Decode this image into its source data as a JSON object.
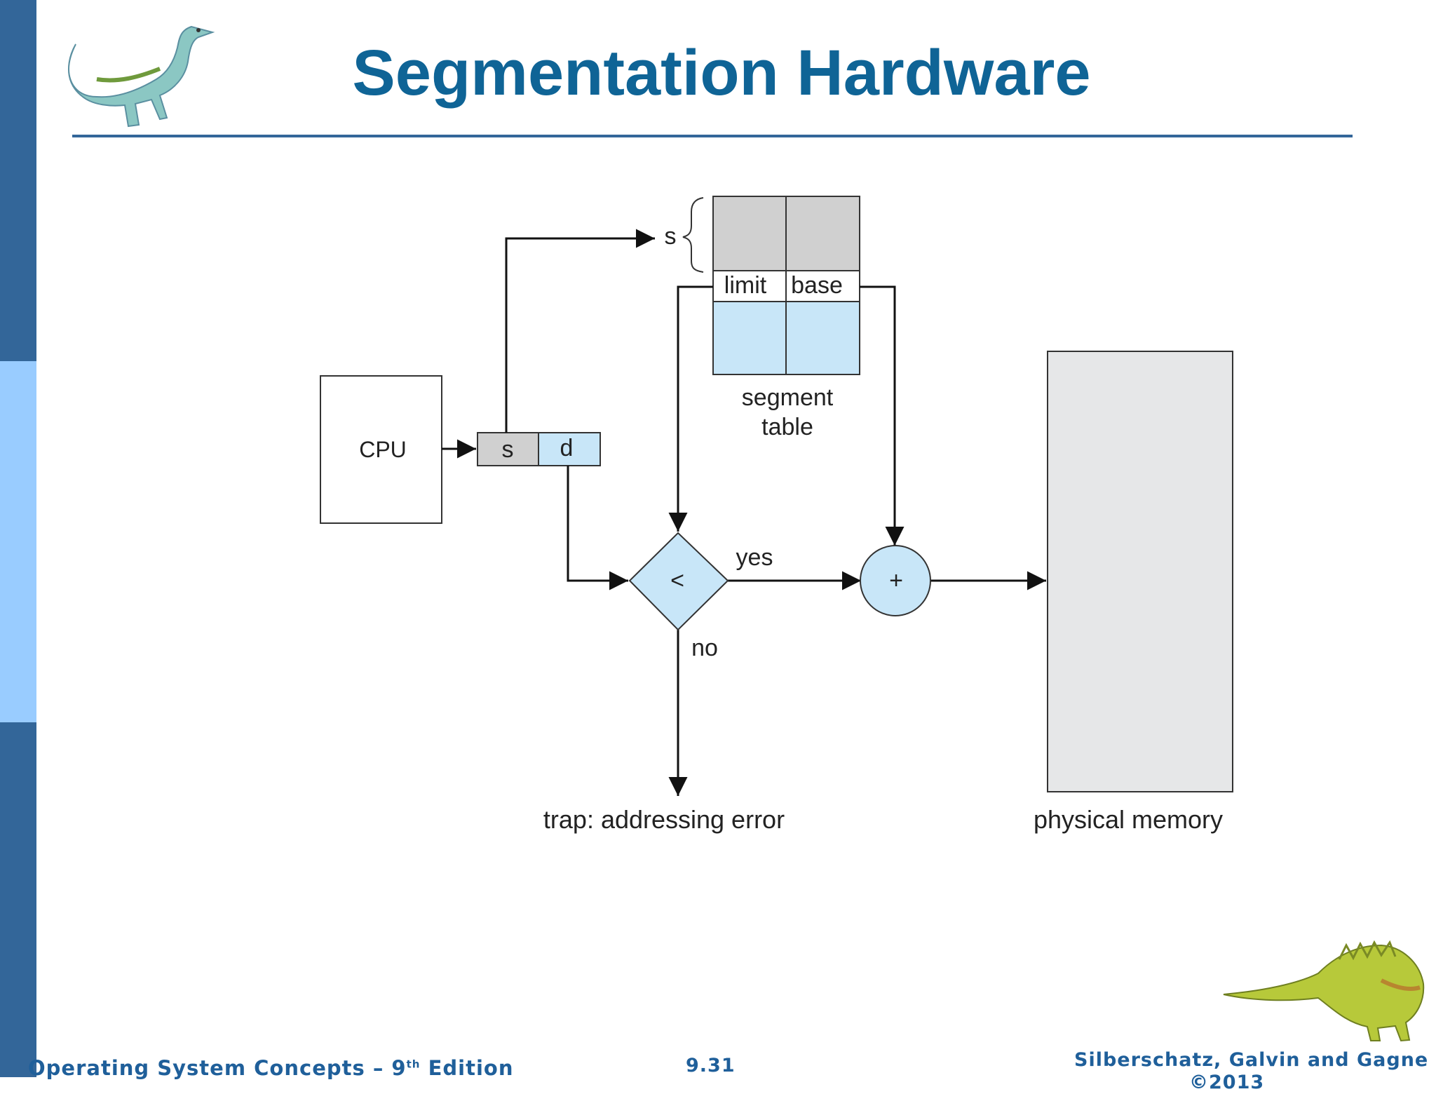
{
  "slide": {
    "title": "Segmentation Hardware"
  },
  "diagram": {
    "cpu_label": "CPU",
    "address_s": "s",
    "address_d": "d",
    "segment_index_label": "s",
    "limit_label": "limit",
    "base_label": "base",
    "segment_table_line1": "segment",
    "segment_table_line2": "table",
    "compare_symbol": "<",
    "yes_label": "yes",
    "no_label": "no",
    "adder_symbol": "+",
    "trap_label": "trap: addressing error",
    "memory_label": "physical memory"
  },
  "footer": {
    "book_title": "Operating System Concepts – 9",
    "edition_sup": "th",
    "edition_word": " Edition",
    "slide_number": "9.31",
    "authors": "Silberschatz, Galvin and Gagne",
    "copyright": "©2013"
  },
  "colors": {
    "title": "#0f6496",
    "band_dark": "#336699",
    "band_light": "#99ccff",
    "gray_fill": "#d0d0d0",
    "blue_fill": "#c8e6f8",
    "memory_fill": "#e6e7e8"
  }
}
